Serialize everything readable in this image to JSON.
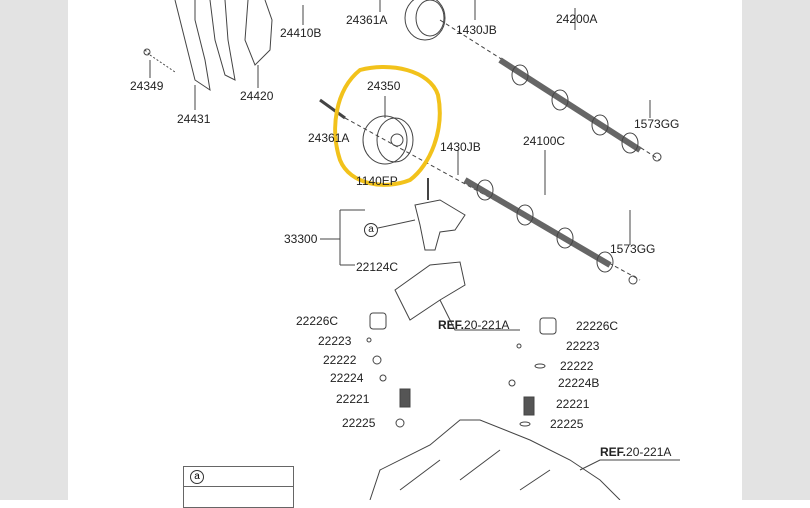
{
  "diagram": {
    "labels": {
      "l24410B": "24410B",
      "l24361A_top": "24361A",
      "l1430JB_top": "1430JB",
      "l24200A": "24200A",
      "l24349": "24349",
      "l24420": "24420",
      "l24431": "24431",
      "l24350": "24350",
      "l24361A_mid": "24361A",
      "l1430JB_mid": "1430JB",
      "l24100C": "24100C",
      "l1573GG_top": "1573GG",
      "l1140EP": "1140EP",
      "l33300": "33300",
      "l22124C": "22124C",
      "l1573GG_bot": "1573GG",
      "l22226C_left": "22226C",
      "l22226C_right": "22226C",
      "l22223_left": "22223",
      "l22223_right": "22223",
      "l22222_left": "22222",
      "l22222_right": "22222",
      "l22224": "22224",
      "l22224B": "22224B",
      "l22221_left": "22221",
      "l22221_right": "22221",
      "l22225_left": "22225",
      "l22225_right": "22225"
    },
    "refs": [
      {
        "bold": "REF.",
        "num": "20-221A"
      },
      {
        "bold": "REF.",
        "num": "20-221A"
      }
    ],
    "callout": "a",
    "legend_symbol": "a",
    "highlight_color": "#f2c21b"
  }
}
